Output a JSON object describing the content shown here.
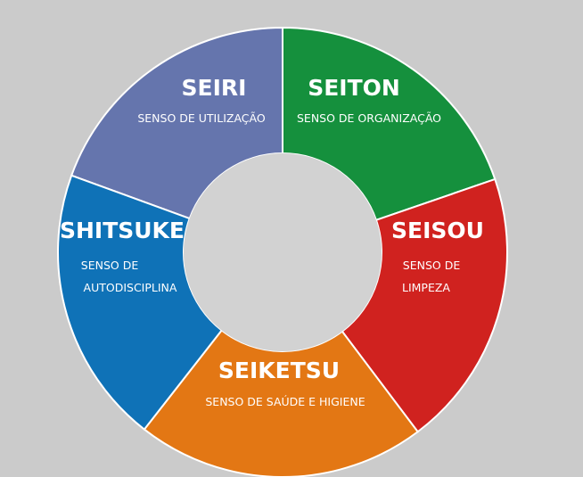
{
  "colors": {
    "background": "#cbcbcb",
    "center": "#d2d2d2",
    "divider": "#ffffff",
    "seiri": "#6575ad",
    "seiton": "#15903d",
    "seisou": "#d0221f",
    "seiketsu": "#e37714",
    "shitsuke": "#0f72b7"
  },
  "segments": {
    "seiri": {
      "title": "SEIRI",
      "subtitle_lines": [
        "SENSO DE UTILIZAÇÃO"
      ]
    },
    "seiton": {
      "title": "SEITON",
      "subtitle_lines": [
        "SENSO DE ORGANIZAÇÃO"
      ]
    },
    "seisou": {
      "title": "SEISOU",
      "subtitle_lines": [
        "SENSO DE",
        "LIMPEZA"
      ]
    },
    "seiketsu": {
      "title": "SEIKETSU",
      "subtitle_lines": [
        "SENSO DE SAÚDE E HIGIENE"
      ]
    },
    "shitsuke": {
      "title": "SHITSUKE",
      "subtitle_lines": [
        "SENSO DE",
        "AUTODISCIPLINA"
      ]
    }
  }
}
